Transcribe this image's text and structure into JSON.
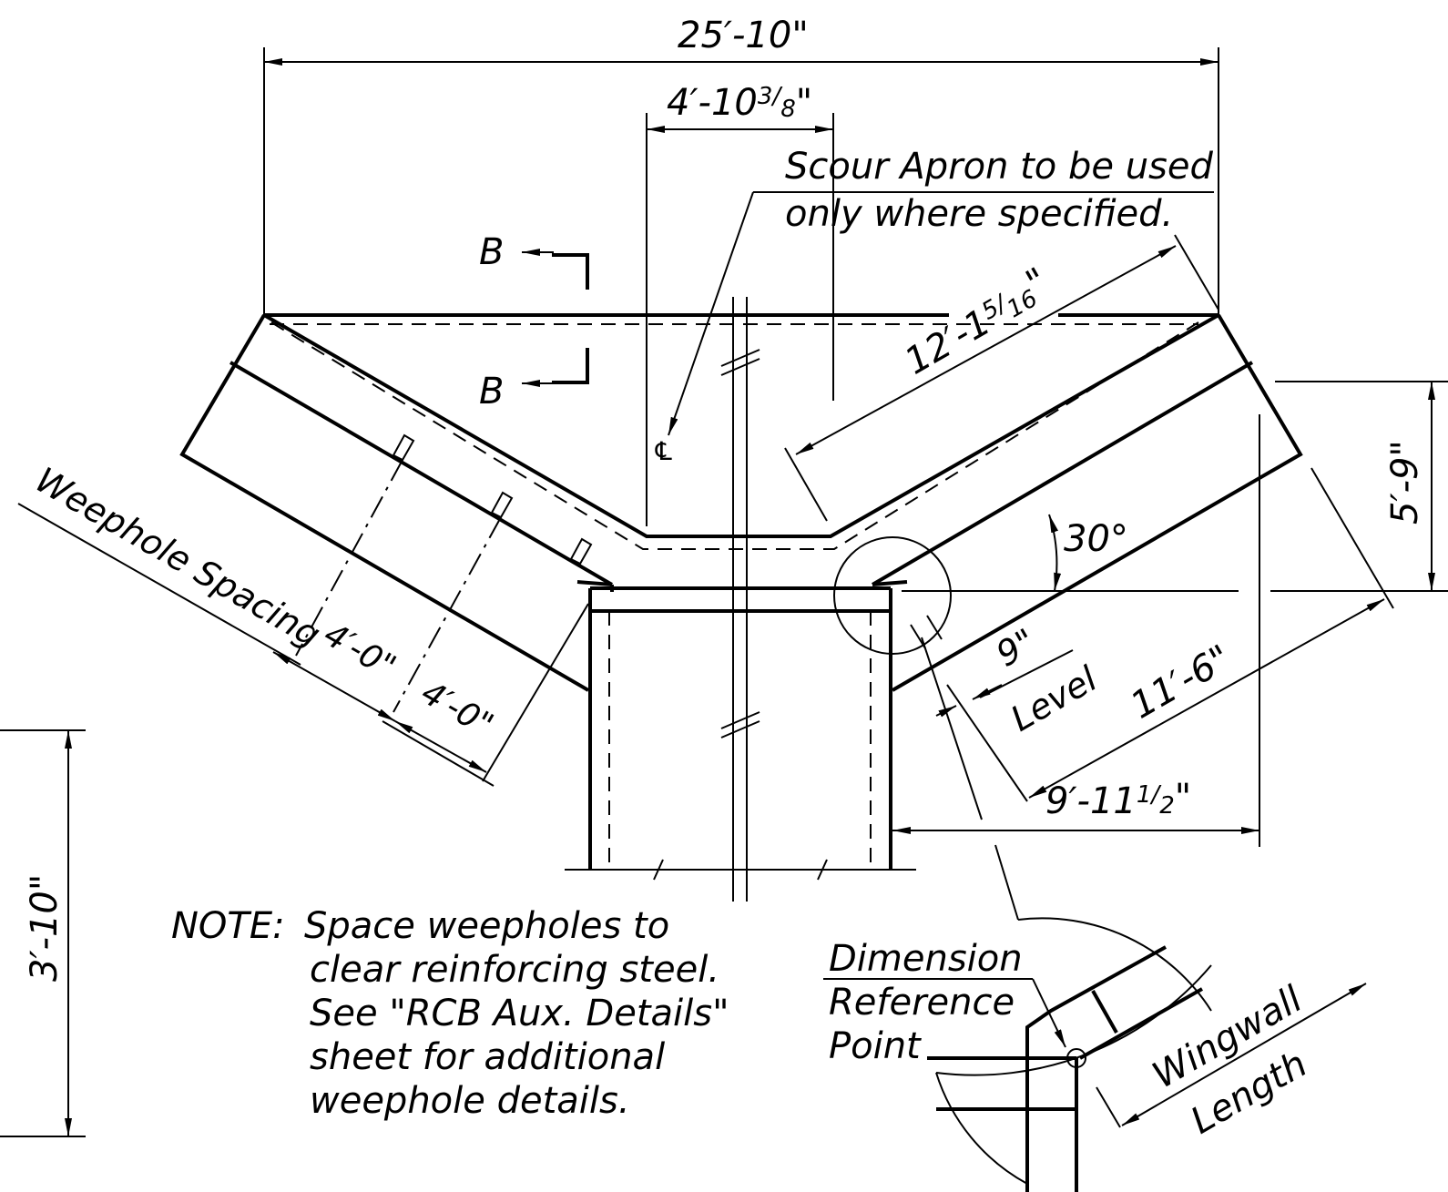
{
  "drawing": {
    "dimensions": {
      "overall_width": "25′-10\"",
      "barrel_offset": "4′-10",
      "barrel_offset_frac_num": "3",
      "barrel_offset_frac_den": "8",
      "barrel_offset_end": "\"",
      "wing_length_diag": "12′-1",
      "wing_length_diag_frac_num": "5",
      "wing_length_diag_frac_den": "16",
      "wing_length_diag_end": "\"",
      "wing_height": "5′-9\"",
      "angle": "30°",
      "wall_thickness": "9\"",
      "level": "Level",
      "wing_outer_length": "11′-6\"",
      "wing_horizontal": "9′-11",
      "wing_horizontal_frac_num": "1",
      "wing_horizontal_frac_den": "2",
      "wing_horizontal_end": "\"",
      "left_height": "3′-10\"",
      "weephole_spacing_1": "4′-0\"",
      "weephole_spacing_2": "4′-0\""
    },
    "labels": {
      "scour_apron_line1": "Scour Apron to be used",
      "scour_apron_line2": "only where specified.",
      "section_mark_top": "B",
      "section_mark_bottom": "B",
      "weephole_spacing": "Weephole Spacing",
      "centerline_symbol": "℄",
      "dimension_reference_line1": "Dimension",
      "dimension_reference_line2": "Reference",
      "dimension_reference_line3": "Point",
      "wingwall_length_line1": "Wingwall",
      "wingwall_length_line2": "Length"
    },
    "note": {
      "label": "NOTE:",
      "line1": "Space weepholes to",
      "line2": "clear reinforcing steel.",
      "line3": "See \"RCB  Aux. Details\"",
      "line4": "sheet for additional",
      "line5": "weephole details."
    }
  }
}
